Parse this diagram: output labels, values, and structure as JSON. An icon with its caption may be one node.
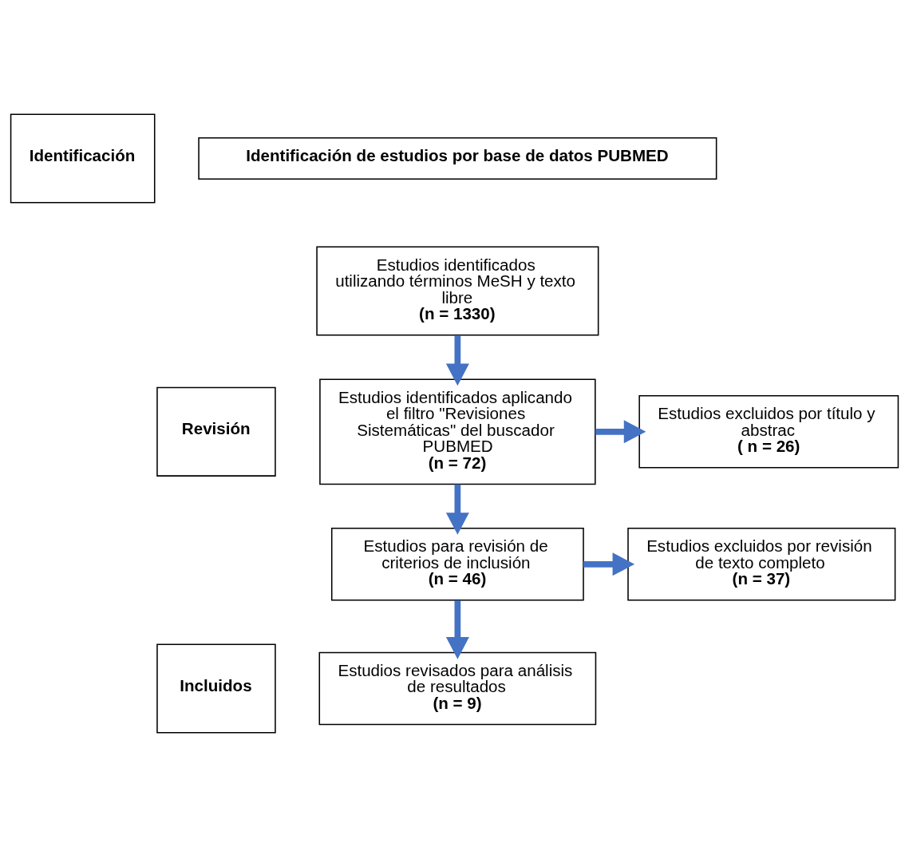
{
  "diagram": {
    "nodes": [
      {
        "text": [
          "Identificación"
        ]
      },
      {
        "text": [
          "Identificación de estudios por base de datos PUBMED"
        ]
      },
      {
        "text": [
          "Estudios identificados utilizando términos MeSH y texto libre",
          "(n = 1330)"
        ]
      },
      {
        "text": [
          "Revisión"
        ]
      },
      {
        "text": [
          "Estudios identificados aplicando el filtro \"Revisiones Sistemáticas\" del buscador PUBMED",
          "(n = 72)"
        ]
      },
      {
        "text": [
          "Estudios excluidos por título y abstrac",
          "( n = 26)"
        ]
      },
      {
        "text": [
          "Estudios para revisión de criterios de inclusión",
          "(n = 46)"
        ]
      },
      {
        "text": [
          "Estudios excluidos por revisión de texto completo",
          "(n = 37)"
        ]
      },
      {
        "text": [
          "Incluidos"
        ]
      },
      {
        "text": [
          "Estudios revisados para análisis de resultados",
          "(n = 9)"
        ]
      }
    ],
    "edges": [
      {
        "from": 2,
        "to": 4,
        "arrow": "to"
      },
      {
        "from": 4,
        "to": 5,
        "arrow": "to"
      },
      {
        "from": 4,
        "to": 6,
        "arrow": "to"
      },
      {
        "from": 6,
        "to": 7,
        "arrow": "to"
      },
      {
        "from": 6,
        "to": 9,
        "arrow": "to"
      }
    ]
  }
}
